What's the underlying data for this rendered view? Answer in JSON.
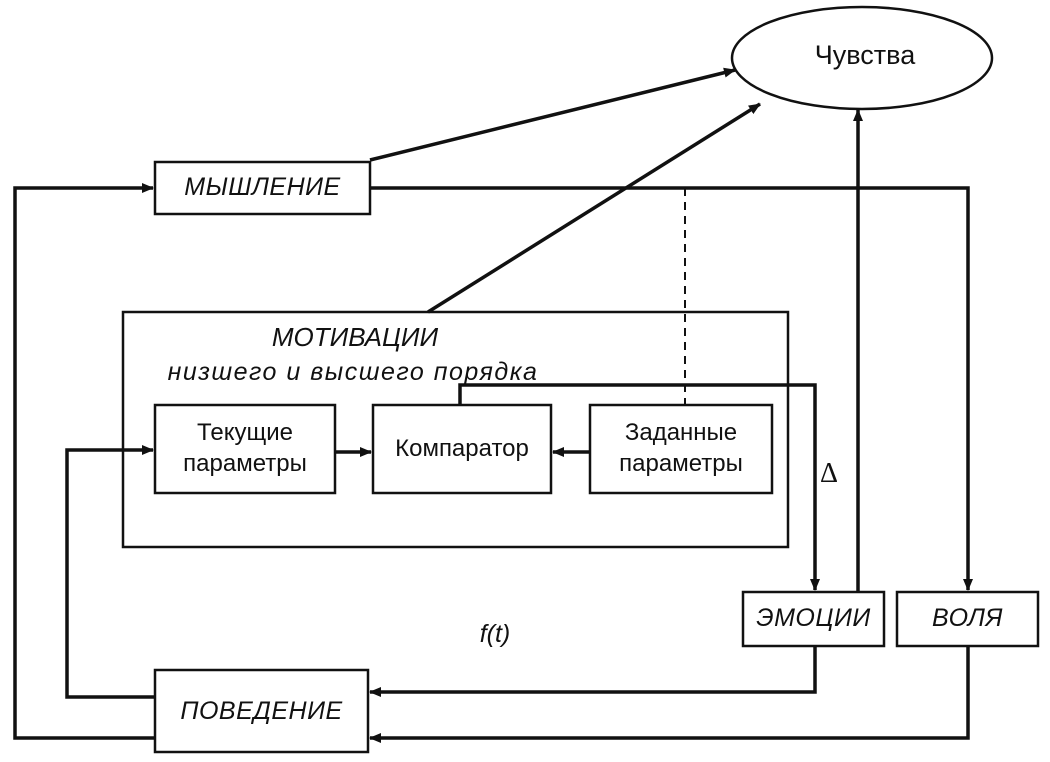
{
  "diagram": {
    "feelings": "Чувства",
    "thinking": "МЫШЛЕНИЕ",
    "motivations_title": "МОТИВАЦИИ",
    "motivations_subtitle": "низшего и высшего порядка",
    "current_params_line1": "Текущие",
    "current_params_line2": "параметры",
    "comparator": "Компаратор",
    "target_params_line1": "Заданные",
    "target_params_line2": "параметры",
    "delta": "Δ",
    "emotions": "ЭМОЦИИ",
    "will": "ВОЛЯ",
    "function": "f(t)",
    "behavior": "ПОВЕДЕНИЕ"
  }
}
